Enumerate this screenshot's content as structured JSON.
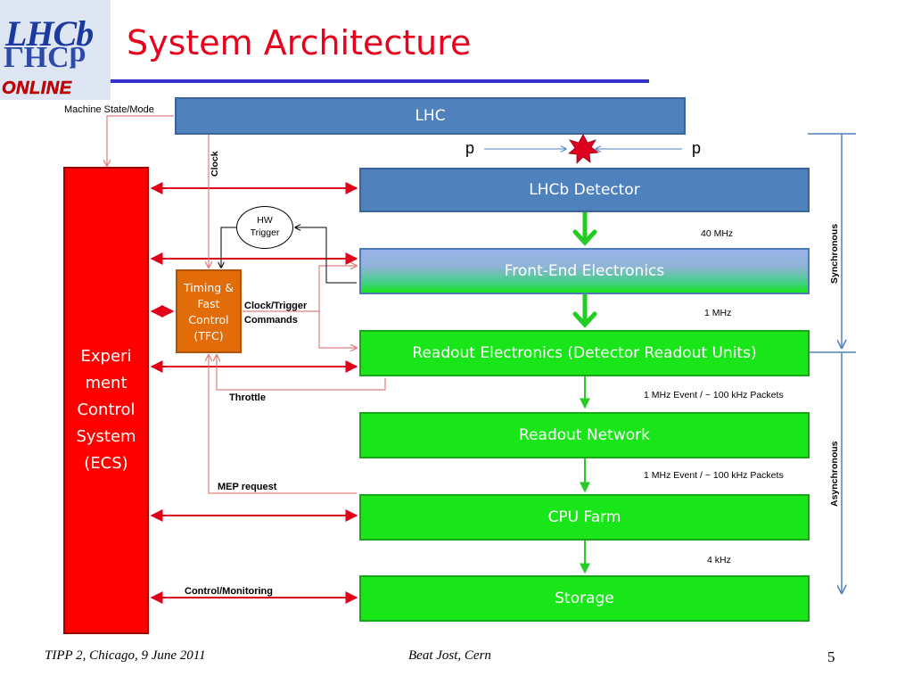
{
  "title": "System Architecture",
  "logo": {
    "top": "LHCb",
    "bottom": "ONLINE"
  },
  "boxes": {
    "lhc": "LHC",
    "detector": "LHCb Detector",
    "frontend": "Front-End Electronics",
    "readout": "Readout Electronics (Detector Readout Units)",
    "network": "Readout Network",
    "cpu": "CPU Farm",
    "storage": "Storage"
  },
  "ecs": {
    "lines": [
      "Experi",
      "ment",
      "Control",
      "System",
      "(ECS)"
    ]
  },
  "tfc": {
    "lines": [
      "Timing  &",
      "Fast",
      "Control",
      "(TFC)"
    ]
  },
  "hw_trigger": {
    "lines": [
      "HW",
      "Trigger"
    ]
  },
  "beam": {
    "left": "p",
    "right": "p"
  },
  "labels": {
    "machine_state": "Machine State/Mode",
    "clock": "Clock",
    "clock_trigger": "Clock/Trigger",
    "commands": "Commands",
    "throttle": "Throttle",
    "mep_request": "MEP request",
    "control_monitoring": "Control/Monitoring"
  },
  "rates": {
    "r40": "40 MHz",
    "r1": "1 MHz",
    "r_ro": "1 MHz Event / ~ 100 kHz Packets",
    "r_net": "1 MHz Event / ~ 100 kHz Packets",
    "r4": "4 kHz"
  },
  "modes": {
    "sync": "Synchronous",
    "async": "Asynchronous"
  },
  "footer": {
    "left": "TIPP 2, Chicago, 9 June 2011",
    "center": "Beat Jost, Cern",
    "page": "5"
  },
  "colors": {
    "accent_red": "#ff0000",
    "box_blue": "#4f81bd",
    "box_green": "#19e619",
    "tfc_orange": "#e36c0a",
    "title_red": "#e8001c"
  }
}
